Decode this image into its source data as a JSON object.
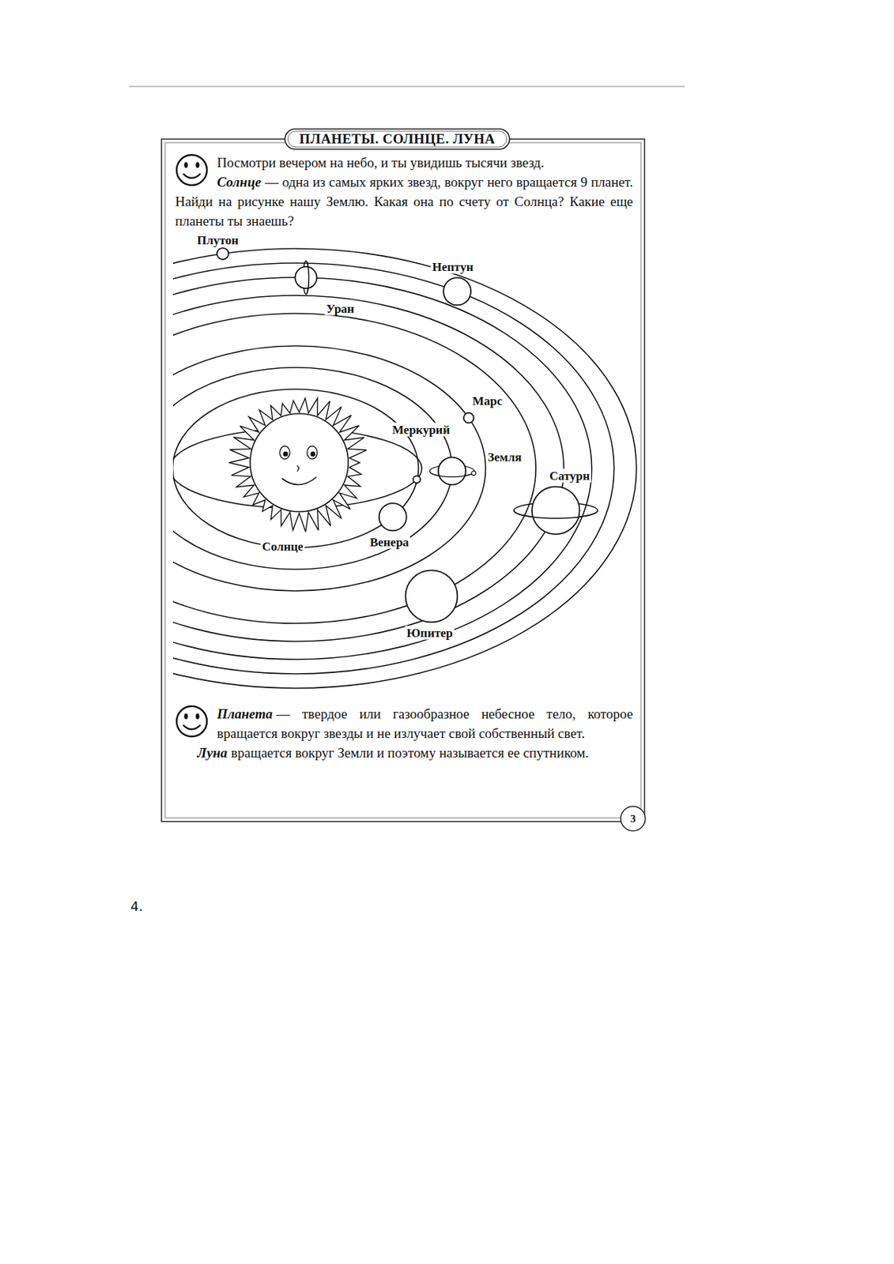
{
  "diagram": {
    "title": "ПЛАНЕТЫ. СОЛНЦЕ. ЛУНА",
    "labels": [
      "Посмотри вечером на небо, и ты увидишь тысячи звезд.",
      "Солнце",
      "— одна из самых ярких звезд, вокруг него вращается 9 планет. Найди на рисунке нашу Землю. Какая она по счету от Солнца? Какие еще планеты ты знаешь?",
      "Плутон",
      "Нептун",
      "Уран",
      "Марс",
      "Меркурий",
      "Земля",
      "Сатурн",
      "Солнце",
      "Венера",
      "Юпитер",
      "Планета",
      "— твердое или газообразное небесное тело, которое вращается вокруг звезды и не излучает свой собственный свет.",
      "Луна",
      "вращается вокруг Земли и поэтому называется ее спутником.",
      "3",
      "4."
    ]
  }
}
